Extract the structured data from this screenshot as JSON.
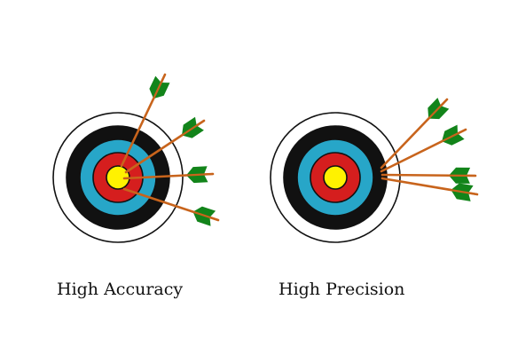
{
  "targets": [
    {
      "caption": "High Accuracy",
      "arrows": 4
    },
    {
      "caption": "High Precision",
      "arrows": 4
    }
  ],
  "colors": {
    "outer_ring": "#ffffff",
    "black_ring": "#111111",
    "blue_ring": "#27a6c8",
    "red_ring": "#d51e1e",
    "center": "#fff200",
    "ring_stroke": "#111111",
    "arrow_shaft": "#c8641c",
    "fletching": "#12841a"
  },
  "icons": {
    "target": "archery-target-icon",
    "arrow": "arrow-icon"
  }
}
